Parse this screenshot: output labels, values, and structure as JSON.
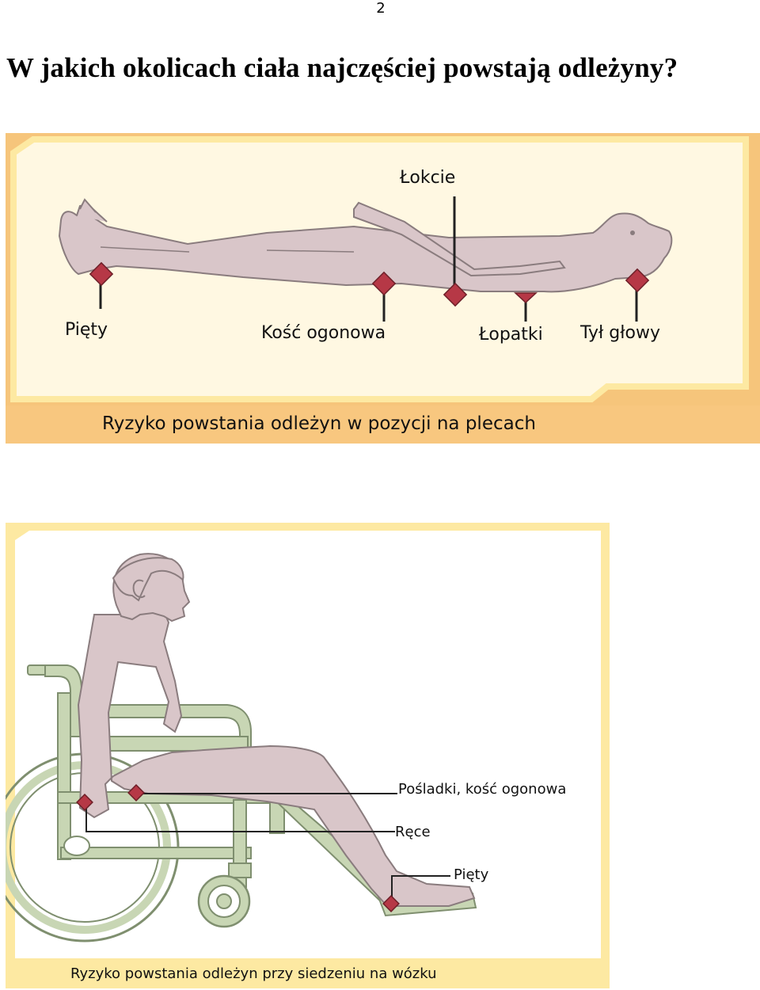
{
  "page_number": "2",
  "title": "W jakich okolicach ciała najczęściej powstają odleżyny?",
  "colors": {
    "frame": "#fde9a2",
    "frame_shadow": "#f6c57b",
    "caption_bar": "#f8c77f",
    "body": "#d9c6c9",
    "outline": "#8a7c7e",
    "marker": "#b63846",
    "wheelchair": "#c8d6b4",
    "wheelchair_outline": "#7f8f6f"
  },
  "supine_panel": {
    "caption": "Ryzyko powstania odleżyn w pozycji na plecach",
    "labels": {
      "elbows": "Łokcie",
      "heels": "Pięty",
      "tailbone": "Kość ogonowa",
      "shoulder_blades": "Łopatki",
      "back_of_head": "Tył głowy"
    }
  },
  "wheelchair_panel": {
    "caption": "Ryzyko powstania odleżyn przy siedzeniu na wózku",
    "labels": {
      "buttocks_tailbone": "Pośladki, kość ogonowa",
      "hands": "Ręce",
      "heels": "Pięty"
    }
  }
}
